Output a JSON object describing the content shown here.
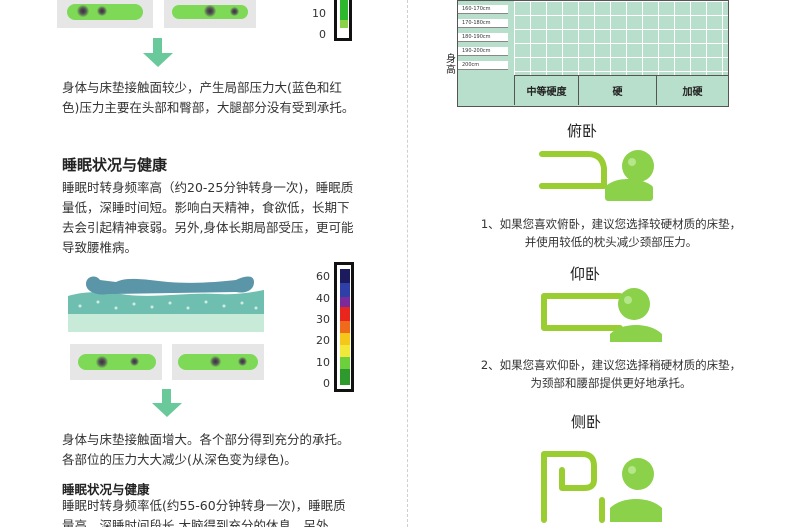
{
  "left": {
    "scale_top": {
      "labels": [
        "10",
        "0"
      ]
    },
    "para1": [
      "身体与床垫接触面较少，产生局部压力大(蓝色和红",
      "色)压力主要在头部和臀部，大腿部分没有受到承托。"
    ],
    "section1": {
      "title": "睡眠状况与健康",
      "lines": [
        "睡眠时转身频率高（约20-25分钟转身一次)，睡眠质",
        "量低，深睡时间短。影响白天精神，食欲低，长期下",
        "去会引起精神衰弱。另外,身体长期局部受压，更可能",
        "导致腰椎病。"
      ]
    },
    "scale_bottom": {
      "labels": [
        "60",
        "40",
        "30",
        "20",
        "10",
        "0"
      ]
    },
    "para2": [
      "身体与床垫接触面增大。各个部分得到充分的承托。",
      "各部位的压力大大减少(从深色变为绿色)。"
    ],
    "section2": {
      "title": "睡眠状况与健康",
      "lines": [
        "睡眠时转身频率低(约55-60分钟转身一次)，睡眠质",
        "量高，深睡时间段长 大脑得到充分的休息。另外"
      ]
    }
  },
  "right": {
    "height_axis_label": "身高",
    "row_labels": [
      "160-170cm",
      "170-180cm",
      "180-190cm",
      "190-200cm",
      "200cm"
    ],
    "columns": [
      "中等硬度",
      "硬",
      "加硬"
    ],
    "poses": [
      {
        "title": "俯卧",
        "tip": [
          "1、如果您喜欢俯卧，建议您选择较硬材质的床垫，",
          "并使用较低的枕头减少颈部压力。"
        ]
      },
      {
        "title": "仰卧",
        "tip": [
          "2、如果您喜欢仰卧，建议您选择稍硬材质的床垫，",
          "为颈部和腰部提供更好地承托。"
        ]
      },
      {
        "title": "侧卧",
        "tip": []
      }
    ]
  },
  "colors": {
    "green": "#7ed957",
    "arrow": "#69c99a",
    "table": "#b8dfcb",
    "pose_line": "#9acd32",
    "pose_head": "#8bd14a"
  }
}
